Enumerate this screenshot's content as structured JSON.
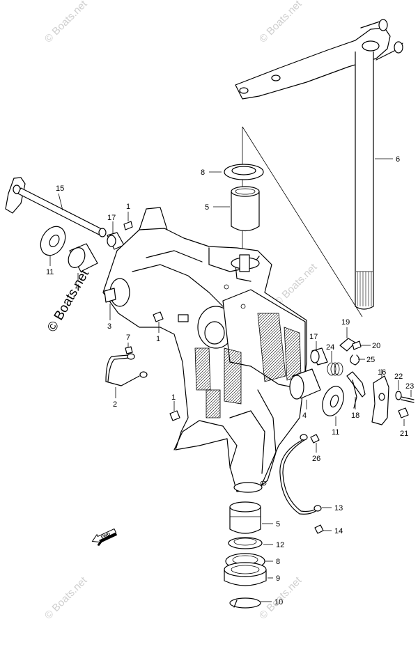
{
  "watermarks": {
    "corner": "© Boats.net",
    "center": "© Boats.net"
  },
  "direction_label": "FWD",
  "callouts": [
    {
      "id": "c6",
      "text": "6"
    },
    {
      "id": "c8a",
      "text": "8"
    },
    {
      "id": "c5a",
      "text": "5"
    },
    {
      "id": "c15",
      "text": "15"
    },
    {
      "id": "c17a",
      "text": "17"
    },
    {
      "id": "c1a",
      "text": "1"
    },
    {
      "id": "c11a",
      "text": "11"
    },
    {
      "id": "c4a",
      "text": "4"
    },
    {
      "id": "c3",
      "text": "3"
    },
    {
      "id": "c1b",
      "text": "1"
    },
    {
      "id": "c7",
      "text": "7"
    },
    {
      "id": "c2",
      "text": "2"
    },
    {
      "id": "c1c",
      "text": "1"
    },
    {
      "id": "c19",
      "text": "19"
    },
    {
      "id": "c20",
      "text": "20"
    },
    {
      "id": "c17b",
      "text": "17"
    },
    {
      "id": "c25",
      "text": "25"
    },
    {
      "id": "c24",
      "text": "24"
    },
    {
      "id": "c16",
      "text": "16"
    },
    {
      "id": "c22",
      "text": "22"
    },
    {
      "id": "c23",
      "text": "23"
    },
    {
      "id": "c4b",
      "text": "4"
    },
    {
      "id": "c11b",
      "text": "11"
    },
    {
      "id": "c18",
      "text": "18"
    },
    {
      "id": "c21",
      "text": "21"
    },
    {
      "id": "c26",
      "text": "26"
    },
    {
      "id": "c13",
      "text": "13"
    },
    {
      "id": "c5b",
      "text": "5"
    },
    {
      "id": "c14",
      "text": "14"
    },
    {
      "id": "c12",
      "text": "12"
    },
    {
      "id": "c8b",
      "text": "8"
    },
    {
      "id": "c9",
      "text": "9"
    },
    {
      "id": "c10",
      "text": "10"
    }
  ]
}
